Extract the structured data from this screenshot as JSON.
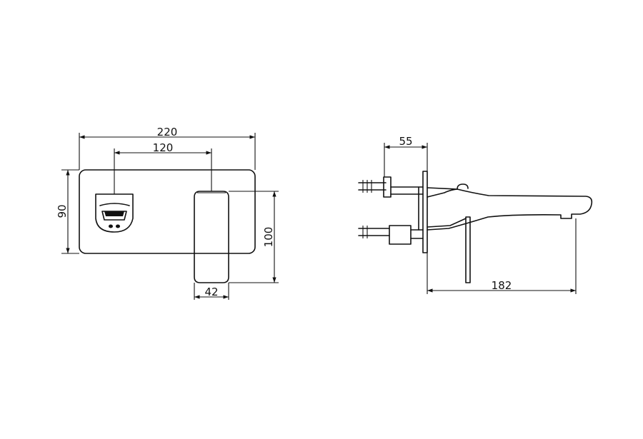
{
  "dimensions": {
    "front_width": "220",
    "front_spacing": "120",
    "front_height": "90",
    "handle_height": "100",
    "handle_width": "42",
    "side_depth": "55",
    "side_projection": "182"
  },
  "colors": {
    "line": "#111111",
    "background": "#ffffff"
  }
}
